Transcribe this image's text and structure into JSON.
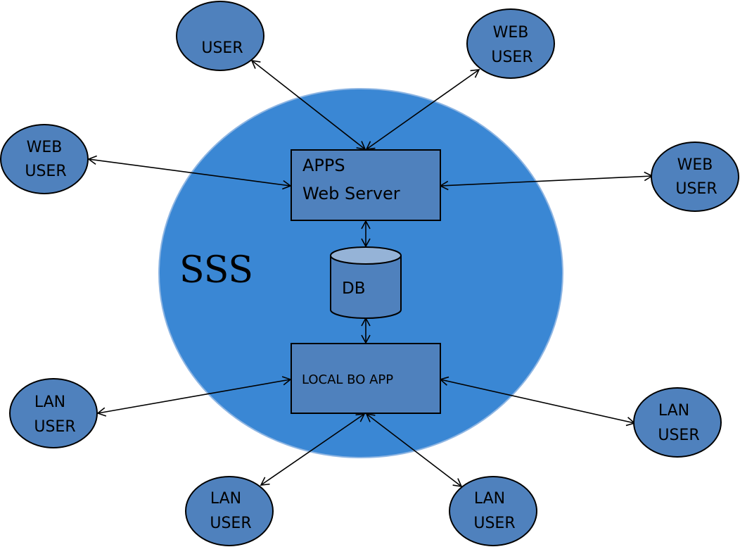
{
  "diagram": {
    "title": "SSS",
    "colors": {
      "system_fill": "#3a87d4",
      "node_fill": "#4f81bd",
      "db_top_fill": "#95b3d7",
      "stroke": "#000000"
    },
    "server": {
      "line1": "APPS",
      "line2": "Web Server"
    },
    "database": {
      "label": "DB"
    },
    "local_app": {
      "label": "LOCAL BO APP"
    },
    "users": [
      {
        "id": "user-top-left",
        "lines": [
          "USER"
        ]
      },
      {
        "id": "web-user-top-right",
        "lines": [
          "WEB",
          "USER"
        ]
      },
      {
        "id": "web-user-left",
        "lines": [
          "WEB",
          "USER"
        ]
      },
      {
        "id": "web-user-right",
        "lines": [
          "WEB",
          "USER"
        ]
      },
      {
        "id": "lan-user-left",
        "lines": [
          "LAN",
          "USER"
        ]
      },
      {
        "id": "lan-user-right",
        "lines": [
          "LAN",
          "USER"
        ]
      },
      {
        "id": "lan-user-bottom-left",
        "lines": [
          "LAN",
          "USER"
        ]
      },
      {
        "id": "lan-user-bottom-right",
        "lines": [
          "LAN",
          "USER"
        ]
      }
    ],
    "connections": [
      {
        "from": "user-top-left",
        "to": "server",
        "bidirectional": true
      },
      {
        "from": "web-user-top-right",
        "to": "server",
        "bidirectional": true
      },
      {
        "from": "web-user-left",
        "to": "server",
        "bidirectional": true
      },
      {
        "from": "web-user-right",
        "to": "server",
        "bidirectional": true
      },
      {
        "from": "server",
        "to": "database",
        "bidirectional": true
      },
      {
        "from": "database",
        "to": "local_app",
        "bidirectional": true
      },
      {
        "from": "lan-user-left",
        "to": "local_app",
        "bidirectional": true
      },
      {
        "from": "lan-user-right",
        "to": "local_app",
        "bidirectional": true
      },
      {
        "from": "lan-user-bottom-left",
        "to": "local_app",
        "bidirectional": true
      },
      {
        "from": "lan-user-bottom-right",
        "to": "local_app",
        "bidirectional": true
      }
    ]
  }
}
